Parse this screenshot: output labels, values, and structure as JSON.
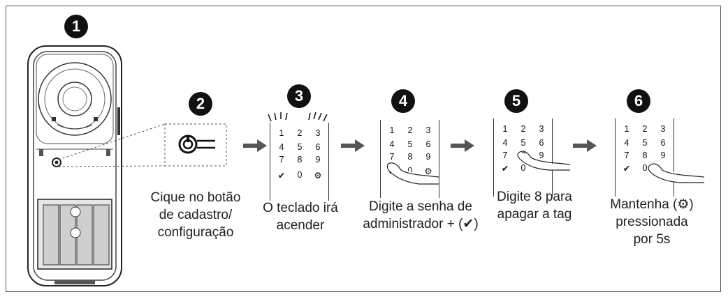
{
  "steps": [
    {
      "number": "1"
    },
    {
      "number": "2",
      "caption": [
        "Cique no botão",
        "de cadastro/",
        "configuração"
      ]
    },
    {
      "number": "3",
      "caption": [
        "O teclado irá",
        "acender"
      ]
    },
    {
      "number": "4",
      "caption": [
        "Digite a senha de",
        "administrador + (✔)"
      ]
    },
    {
      "number": "5",
      "caption": [
        "Digite 8 para",
        "apagar a tag"
      ]
    },
    {
      "number": "6",
      "caption": [
        "Mantenha (⚙)",
        "pressionada",
        "por 5s"
      ]
    }
  ],
  "keypad": {
    "row1": [
      "1",
      "2",
      "3"
    ],
    "row2": [
      "4",
      "5",
      "6"
    ],
    "row3": [
      "7",
      "8",
      "9"
    ],
    "row4": [
      "✔",
      "0",
      "⚙"
    ]
  },
  "colors": {
    "badge": "#111111",
    "arrow": "#555555",
    "line": "#333333"
  }
}
